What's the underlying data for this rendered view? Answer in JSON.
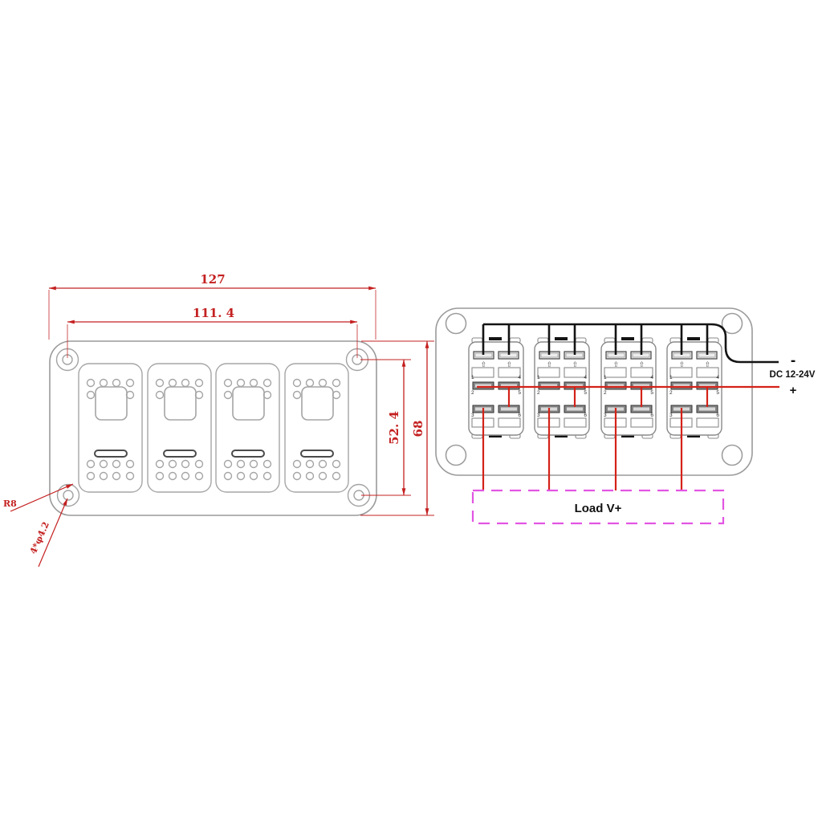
{
  "drawing": {
    "type": "rocker-switch-panel-technical-drawing",
    "views": [
      "front-dimension-view",
      "rear-wiring-view"
    ]
  },
  "front_view": {
    "dim_width": "127",
    "dim_hole_spacing": "111. 4",
    "dim_hole_vertical": "52. 4",
    "dim_height": "68",
    "corner_radius": "R8",
    "hole_callout": "4*φ4.2",
    "switch_count": 4
  },
  "back_view": {
    "terminal_labels": [
      "1",
      "4",
      "2",
      "5",
      "3",
      "6"
    ],
    "minus": "-",
    "supply": "DC 12-24V",
    "plus": "+",
    "load": "Load V+"
  },
  "icons": {
    "up_arrow": "⇧"
  },
  "colors": {
    "dimension_red": "#c42020",
    "wire_red": "#d42218",
    "wire_black": "#141414",
    "load_magenta": "#e255e2",
    "outline_grey": "#9a9a9a"
  }
}
